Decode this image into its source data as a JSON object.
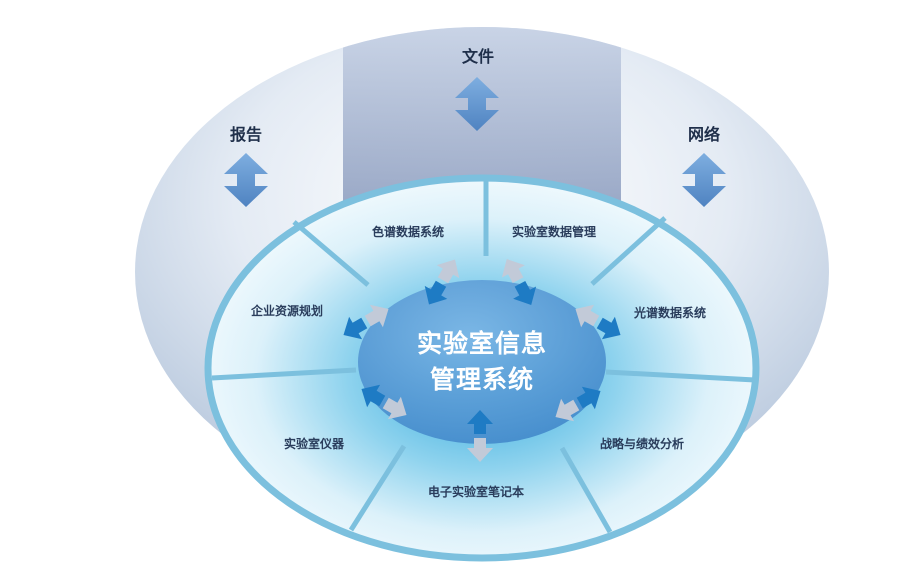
{
  "center": {
    "line1": "实验室信息",
    "line2": "管理系统"
  },
  "top_labels": {
    "document": "文件",
    "report": "报告",
    "network": "网络"
  },
  "modules": [
    {
      "id": "chromatography",
      "label": "色谱数据系统"
    },
    {
      "id": "lab-data-management",
      "label": "实验室数据管理"
    },
    {
      "id": "spectral",
      "label": "光谱数据系统"
    },
    {
      "id": "strategy",
      "label": "战略与绩效分析"
    },
    {
      "id": "eln",
      "label": "电子实验室笔记本"
    },
    {
      "id": "instruments",
      "label": "实验室仪器"
    },
    {
      "id": "erp",
      "label": "企业资源规划"
    }
  ],
  "colors": {
    "ring": "#6fb6d6",
    "arrow_blue": "#1e7bc4",
    "arrow_grey": "#c2cad8",
    "updown_arrow": "#5b8fc9",
    "center_fill": "#4a8fcd"
  }
}
